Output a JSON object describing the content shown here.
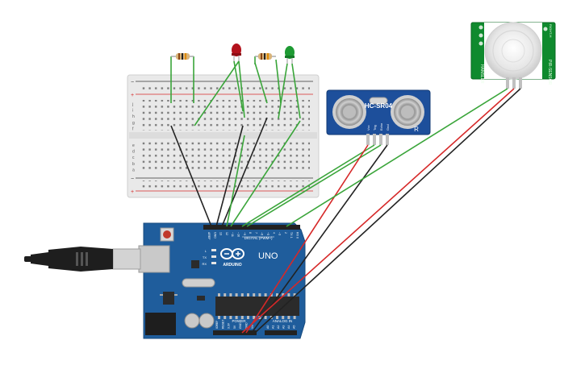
{
  "ultrasonic": {
    "model": "HC-SR04",
    "pins": [
      "Vcc",
      "Trig",
      "Echo",
      "Gnd"
    ],
    "mark": "R"
  },
  "pir": {
    "label_left": "HANSLER",
    "label_right": "PIR-SENSOR",
    "label_top": "RIGHT-H"
  },
  "arduino": {
    "uno_label": "UNO",
    "brand": "ARDUINO",
    "digital_label": "DIGITAL (PWM~)",
    "power_label": "POWER",
    "analog_label": "ANALOG IN",
    "led_labels": [
      "L",
      "TX",
      "RX"
    ],
    "top_header_labels": [
      "AREF",
      "GND",
      "13",
      "12",
      "~11",
      "~10",
      "~9",
      "8",
      "7",
      "~6",
      "~5",
      "4",
      "~3",
      "2",
      "TX 1",
      "RX 0"
    ],
    "power_pins": [
      "IOREF",
      "RESET",
      "3.3V",
      "5V",
      "GND",
      "GND",
      "Vin"
    ],
    "analog_pins": [
      "A0",
      "A1",
      "A2",
      "A3",
      "A4",
      "A5"
    ]
  },
  "breadboard": {
    "row_letters_top": [
      "j",
      "i",
      "h",
      "g",
      "f"
    ],
    "row_letters_bottom": [
      "e",
      "d",
      "c",
      "b",
      "a"
    ]
  },
  "colors": {
    "board": "#1f5d9c",
    "board_edge": "#174a7e",
    "wire_green": "#3aa53a",
    "wire_black": "#222222",
    "wire_red": "#d62828",
    "led_red": "#b3121c",
    "led_green": "#1e9a33",
    "sensor_blue": "#1d4f9b",
    "pir_green": "#0f8a2e"
  }
}
